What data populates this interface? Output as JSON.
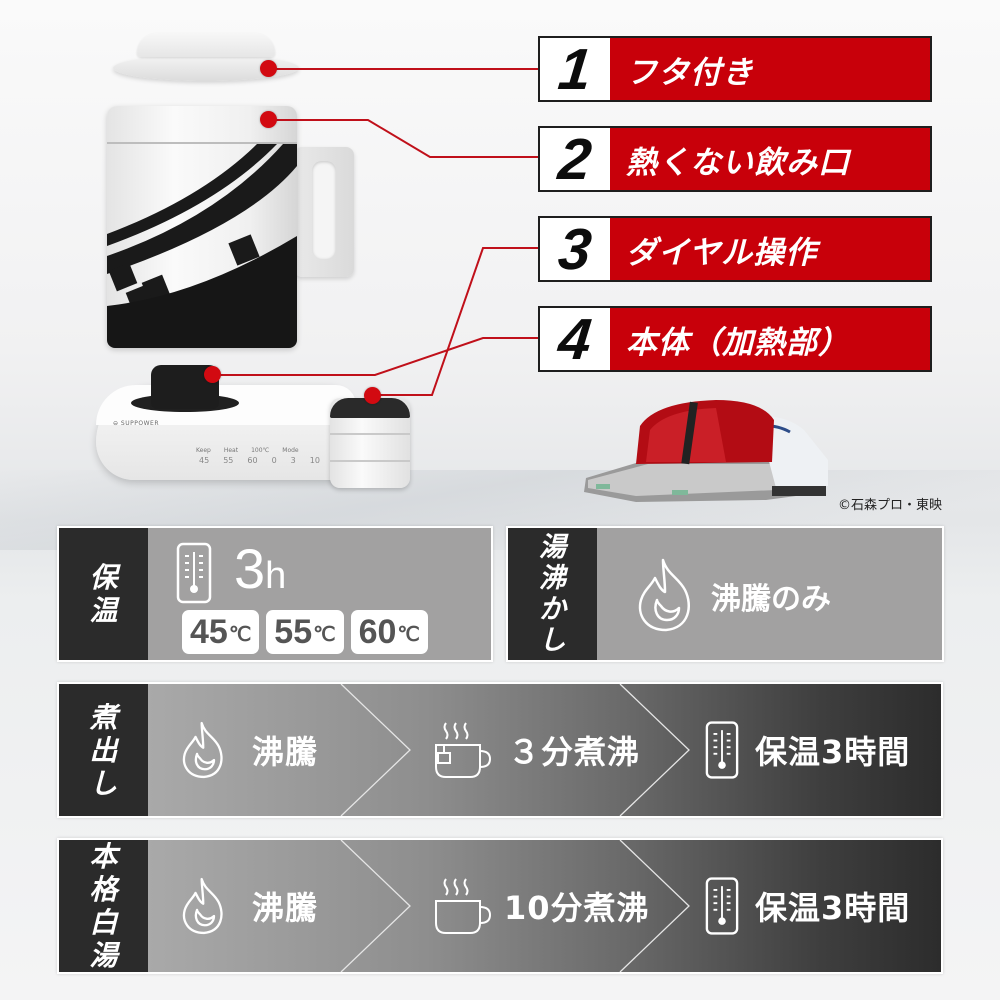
{
  "features": [
    {
      "number": "1",
      "label": "フタ付き"
    },
    {
      "number": "2",
      "label": "熱くない飲み口"
    },
    {
      "number": "3",
      "label": "ダイヤル操作"
    },
    {
      "number": "4",
      "label": "本体（加熱部）"
    }
  ],
  "product": {
    "brand_mark": "⊖ SUPPOWER",
    "dial_labels": [
      "Keep",
      "Heat",
      "100℃",
      "Mode"
    ],
    "dial_values": [
      "45",
      "55",
      "60",
      "0",
      "3",
      "10"
    ]
  },
  "credit": "©石森プロ・東映",
  "panels": {
    "keep_warm": {
      "side_label": [
        "保",
        "温"
      ],
      "icon": "thermometer-icon",
      "hours_value": "3",
      "hours_unit": "h",
      "temperatures": [
        {
          "value": "45",
          "unit": "℃"
        },
        {
          "value": "55",
          "unit": "℃"
        },
        {
          "value": "60",
          "unit": "℃"
        }
      ]
    },
    "boil_water": {
      "side_label": [
        "湯",
        "沸",
        "か",
        "し"
      ],
      "icon": "flame-icon",
      "text": "沸騰のみ"
    },
    "brew": {
      "side_label": [
        "煮",
        "出",
        "し"
      ],
      "steps": [
        {
          "icon": "flame-icon",
          "text": "沸騰"
        },
        {
          "icon": "tea-cup-icon",
          "text": "３分煮沸"
        },
        {
          "icon": "thermometer-icon",
          "text": "保温3時間"
        }
      ]
    },
    "shiro_sayu": {
      "side_label": [
        "本",
        "格",
        "白",
        "湯"
      ],
      "steps": [
        {
          "icon": "flame-icon",
          "text": "沸騰"
        },
        {
          "icon": "cup-icon",
          "text": "10分煮沸"
        },
        {
          "icon": "thermometer-icon",
          "text": "保温3時間"
        }
      ]
    }
  },
  "colors": {
    "accent_red": "#c8000a",
    "pointer_red": "#d20a11",
    "panel_dark": "#2b2b2b",
    "panel_gray": "#a2a1a1"
  }
}
